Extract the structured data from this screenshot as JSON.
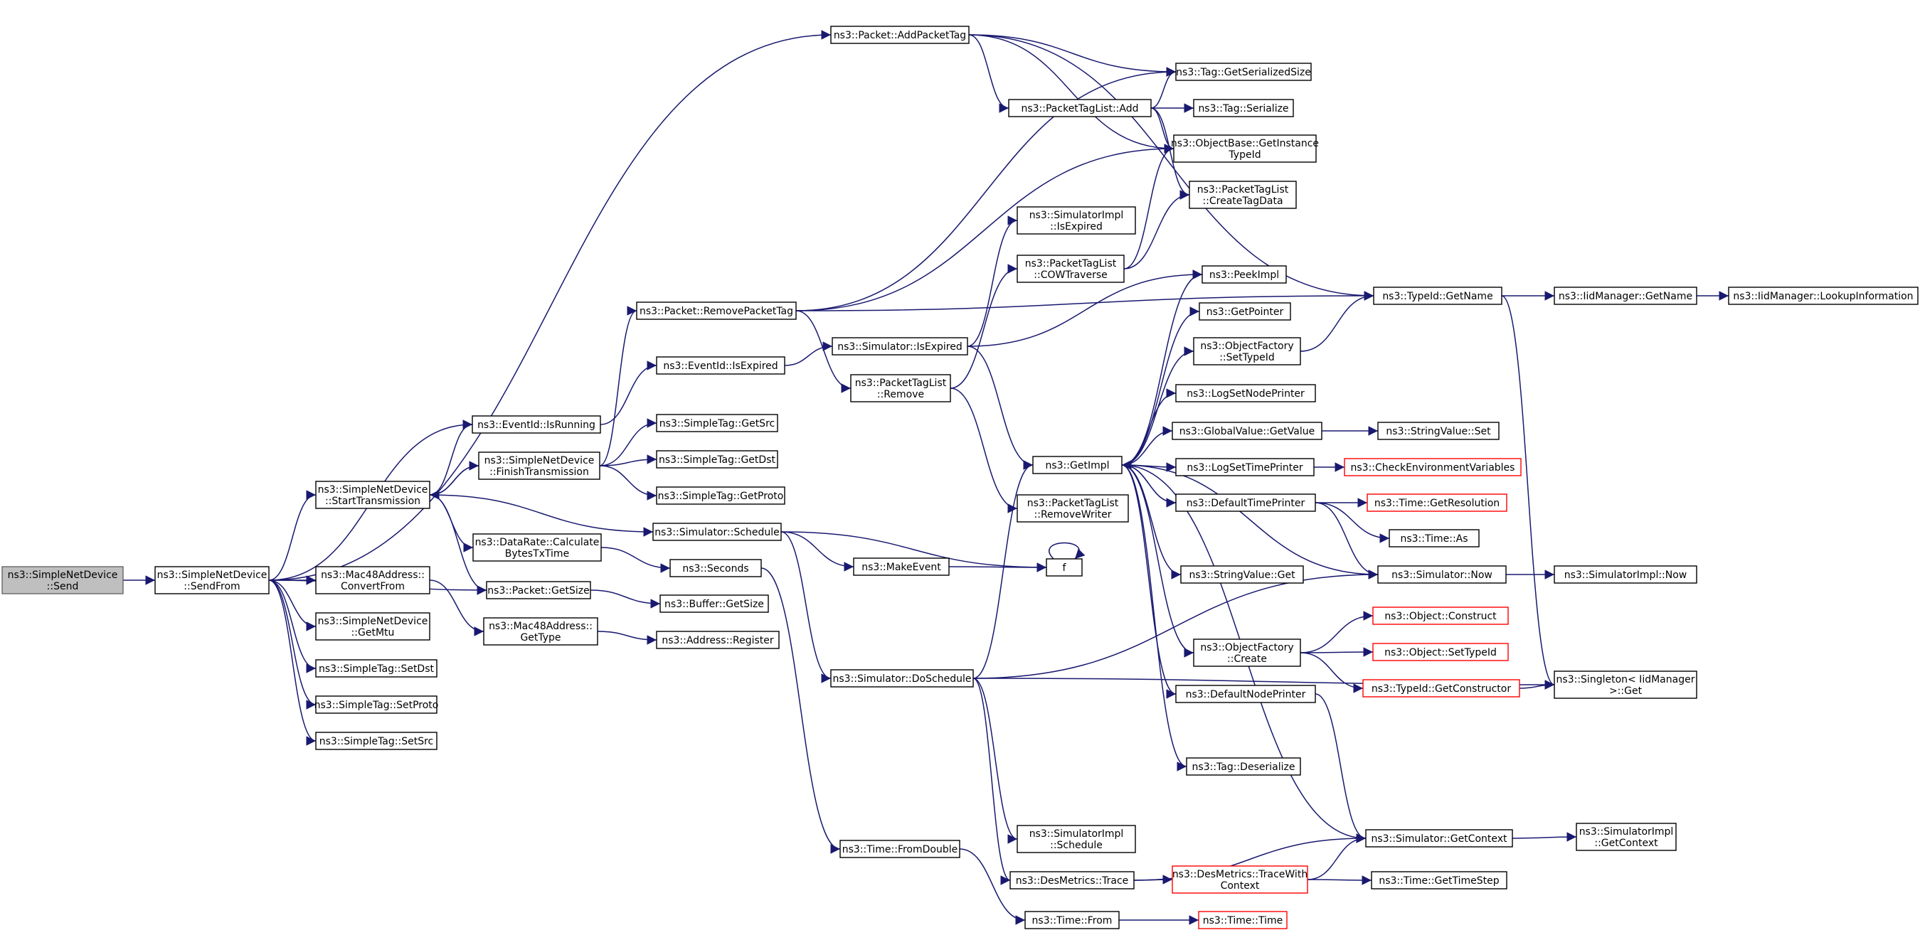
{
  "colors": {
    "edge": "#191970",
    "root_fill": "#bfbfbf",
    "incomplete_border": "#ff0000",
    "node_border": "#000000"
  },
  "nodes": {
    "send": {
      "lines": [
        "ns3::SimpleNetDevice",
        "::Send"
      ],
      "style": "root"
    },
    "sendfrom": {
      "lines": [
        "ns3::SimpleNetDevice",
        "::SendFrom"
      ]
    },
    "addpackettag": {
      "lines": [
        "ns3::Packet::AddPacketTag"
      ]
    },
    "removepackettag": {
      "lines": [
        "ns3::Packet::RemovePacketTag"
      ]
    },
    "eventid_isrunning": {
      "lines": [
        "ns3::EventId::IsRunning"
      ]
    },
    "starttransmission": {
      "lines": [
        "ns3::SimpleNetDevice",
        "::StartTransmission"
      ]
    },
    "finishtransmission": {
      "lines": [
        "ns3::SimpleNetDevice",
        "::FinishTransmission"
      ]
    },
    "mac48_convertfrom": {
      "lines": [
        "ns3::Mac48Address::",
        "ConvertFrom"
      ]
    },
    "getmtu": {
      "lines": [
        "ns3::SimpleNetDevice",
        "::GetMtu"
      ]
    },
    "simpletag_setdst": {
      "lines": [
        "ns3::SimpleTag::SetDst"
      ]
    },
    "simpletag_setproto": {
      "lines": [
        "ns3::SimpleTag::SetProto"
      ]
    },
    "simpletag_setsrc": {
      "lines": [
        "ns3::SimpleTag::SetSrc"
      ]
    },
    "datarate_calc": {
      "lines": [
        "ns3::DataRate::Calculate",
        "BytesTxTime"
      ]
    },
    "packet_getsize": {
      "lines": [
        "ns3::Packet::GetSize"
      ]
    },
    "mac48_gettype": {
      "lines": [
        "ns3::Mac48Address::",
        "GetType"
      ]
    },
    "eventid_isexpired": {
      "lines": [
        "ns3::EventId::IsExpired"
      ]
    },
    "simpletag_getsrc": {
      "lines": [
        "ns3::SimpleTag::GetSrc"
      ]
    },
    "simpletag_getdst": {
      "lines": [
        "ns3::SimpleTag::GetDst"
      ]
    },
    "simpletag_getproto": {
      "lines": [
        "ns3::SimpleTag::GetProto"
      ]
    },
    "simulator_schedule": {
      "lines": [
        "ns3::Simulator::Schedule"
      ]
    },
    "seconds": {
      "lines": [
        "ns3::Seconds"
      ]
    },
    "buffer_getsize": {
      "lines": [
        "ns3::Buffer::GetSize"
      ]
    },
    "address_register": {
      "lines": [
        "ns3::Address::Register"
      ]
    },
    "simulator_isexpired": {
      "lines": [
        "ns3::Simulator::IsExpired"
      ]
    },
    "packettaglist_remove": {
      "lines": [
        "ns3::PacketTagList",
        "::Remove"
      ]
    },
    "makeevent": {
      "lines": [
        "ns3::MakeEvent"
      ]
    },
    "simulator_doschedule": {
      "lines": [
        "ns3::Simulator::DoSchedule"
      ]
    },
    "time_fromdouble": {
      "lines": [
        "ns3::Time::FromDouble"
      ]
    },
    "packettaglist_add": {
      "lines": [
        "ns3::PacketTagList::Add"
      ]
    },
    "simimpl_isexpired": {
      "lines": [
        "ns3::SimulatorImpl",
        "::IsExpired"
      ]
    },
    "cowtraverse": {
      "lines": [
        "ns3::PacketTagList",
        "::COWTraverse"
      ]
    },
    "getimpl": {
      "lines": [
        "ns3::GetImpl"
      ]
    },
    "removewriter": {
      "lines": [
        "ns3::PacketTagList",
        "::RemoveWriter"
      ]
    },
    "f": {
      "lines": [
        "f"
      ]
    },
    "simimpl_schedule": {
      "lines": [
        "ns3::SimulatorImpl",
        "::Schedule"
      ]
    },
    "desmetrics_trace": {
      "lines": [
        "ns3::DesMetrics::Trace"
      ]
    },
    "time_from": {
      "lines": [
        "ns3::Time::From"
      ]
    },
    "tag_getserializedsize": {
      "lines": [
        "ns3::Tag::GetSerializedSize"
      ]
    },
    "tag_serialize": {
      "lines": [
        "ns3::Tag::Serialize"
      ]
    },
    "objectbase_getinstancetypeid": {
      "lines": [
        "ns3::ObjectBase::GetInstance",
        "TypeId"
      ]
    },
    "createtagdata": {
      "lines": [
        "ns3::PacketTagList",
        "::CreateTagData"
      ]
    },
    "peekimpl": {
      "lines": [
        "ns3::PeekImpl"
      ]
    },
    "getpointer": {
      "lines": [
        "ns3::GetPointer"
      ]
    },
    "objectfactory_settypeid": {
      "lines": [
        "ns3::ObjectFactory",
        "::SetTypeId"
      ]
    },
    "logsetnodeprinter": {
      "lines": [
        "ns3::LogSetNodePrinter"
      ]
    },
    "globalvalue_getvalue": {
      "lines": [
        "ns3::GlobalValue::GetValue"
      ]
    },
    "logsettimeprinter": {
      "lines": [
        "ns3::LogSetTimePrinter"
      ]
    },
    "defaulttimeprinter": {
      "lines": [
        "ns3::DefaultTimePrinter"
      ]
    },
    "stringvalue_get": {
      "lines": [
        "ns3::StringValue::Get"
      ]
    },
    "objectfactory_create": {
      "lines": [
        "ns3::ObjectFactory",
        "::Create"
      ]
    },
    "defaultnodeprinter": {
      "lines": [
        "ns3::DefaultNodePrinter"
      ]
    },
    "tag_deserialize": {
      "lines": [
        "ns3::Tag::Deserialize"
      ]
    },
    "desmetrics_tracewithcontext": {
      "lines": [
        "ns3::DesMetrics::TraceWith",
        "Context"
      ],
      "style": "red"
    },
    "time_time": {
      "lines": [
        "ns3::Time::Time"
      ],
      "style": "red"
    },
    "typeid_getname": {
      "lines": [
        "ns3::TypeId::GetName"
      ]
    },
    "stringvalue_set": {
      "lines": [
        "ns3::StringValue::Set"
      ]
    },
    "checkenvvars": {
      "lines": [
        "ns3::CheckEnvironmentVariables"
      ],
      "style": "red"
    },
    "time_getresolution": {
      "lines": [
        "ns3::Time::GetResolution"
      ],
      "style": "red"
    },
    "time_as": {
      "lines": [
        "ns3::Time::As"
      ]
    },
    "simulator_now": {
      "lines": [
        "ns3::Simulator::Now"
      ]
    },
    "object_construct": {
      "lines": [
        "ns3::Object::Construct"
      ],
      "style": "red"
    },
    "object_settypeid": {
      "lines": [
        "ns3::Object::SetTypeId"
      ],
      "style": "red"
    },
    "typeid_getconstructor": {
      "lines": [
        "ns3::TypeId::GetConstructor"
      ],
      "style": "red"
    },
    "simulator_getcontext": {
      "lines": [
        "ns3::Simulator::GetContext"
      ]
    },
    "time_gettimestep": {
      "lines": [
        "ns3::Time::GetTimeStep"
      ]
    },
    "iidmanager_getname": {
      "lines": [
        "ns3::IidManager::GetName"
      ]
    },
    "iidmanager_lookupinformation": {
      "lines": [
        "ns3::IidManager::LookupInformation"
      ]
    },
    "simimpl_now": {
      "lines": [
        "ns3::SimulatorImpl::Now"
      ]
    },
    "singleton_get": {
      "lines": [
        "ns3::Singleton< IidManager",
        " >::Get"
      ]
    },
    "simimpl_getcontext": {
      "lines": [
        "ns3::SimulatorImpl",
        "::GetContext"
      ]
    }
  },
  "edges": [
    [
      "send",
      "sendfrom"
    ],
    [
      "sendfrom",
      "addpackettag"
    ],
    [
      "sendfrom",
      "eventid_isrunning"
    ],
    [
      "sendfrom",
      "starttransmission"
    ],
    [
      "sendfrom",
      "mac48_convertfrom"
    ],
    [
      "sendfrom",
      "getmtu"
    ],
    [
      "sendfrom",
      "simpletag_setdst"
    ],
    [
      "sendfrom",
      "simpletag_setproto"
    ],
    [
      "sendfrom",
      "simpletag_setsrc"
    ],
    [
      "sendfrom",
      "packet_getsize"
    ],
    [
      "starttransmission",
      "eventid_isrunning"
    ],
    [
      "starttransmission",
      "finishtransmission"
    ],
    [
      "starttransmission",
      "datarate_calc"
    ],
    [
      "starttransmission",
      "packet_getsize"
    ],
    [
      "starttransmission",
      "simulator_schedule"
    ],
    [
      "finishtransmission",
      "starttransmission"
    ],
    [
      "finishtransmission",
      "removepackettag"
    ],
    [
      "finishtransmission",
      "simpletag_getsrc"
    ],
    [
      "finishtransmission",
      "simpletag_getdst"
    ],
    [
      "finishtransmission",
      "simpletag_getproto"
    ],
    [
      "eventid_isrunning",
      "eventid_isexpired"
    ],
    [
      "mac48_convertfrom",
      "mac48_gettype"
    ],
    [
      "mac48_gettype",
      "address_register"
    ],
    [
      "datarate_calc",
      "seconds"
    ],
    [
      "packet_getsize",
      "buffer_getsize"
    ],
    [
      "eventid_isexpired",
      "simulator_isexpired"
    ],
    [
      "removepackettag",
      "tag_getserializedsize"
    ],
    [
      "removepackettag",
      "objectbase_getinstancetypeid"
    ],
    [
      "removepackettag",
      "typeid_getname"
    ],
    [
      "removepackettag",
      "packettaglist_remove"
    ],
    [
      "addpackettag",
      "tag_getserializedsize"
    ],
    [
      "addpackettag",
      "packettaglist_add"
    ],
    [
      "addpackettag",
      "objectbase_getinstancetypeid"
    ],
    [
      "addpackettag",
      "typeid_getname"
    ],
    [
      "simulator_schedule",
      "makeevent"
    ],
    [
      "simulator_schedule",
      "simulator_doschedule"
    ],
    [
      "simulator_schedule",
      "f"
    ],
    [
      "seconds",
      "time_fromdouble"
    ],
    [
      "makeevent",
      "f"
    ],
    [
      "f",
      "f"
    ],
    [
      "simulator_isexpired",
      "simimpl_isexpired"
    ],
    [
      "simulator_isexpired",
      "getimpl"
    ],
    [
      "simulator_isexpired",
      "peekimpl"
    ],
    [
      "packettaglist_remove",
      "cowtraverse"
    ],
    [
      "packettaglist_remove",
      "removewriter"
    ],
    [
      "packettaglist_add",
      "tag_getserializedsize"
    ],
    [
      "packettaglist_add",
      "tag_serialize"
    ],
    [
      "packettaglist_add",
      "objectbase_getinstancetypeid"
    ],
    [
      "packettaglist_add",
      "createtagdata"
    ],
    [
      "cowtraverse",
      "objectbase_getinstancetypeid"
    ],
    [
      "cowtraverse",
      "createtagdata"
    ],
    [
      "simulator_doschedule",
      "getimpl"
    ],
    [
      "simulator_doschedule",
      "simulator_now"
    ],
    [
      "simulator_doschedule",
      "simimpl_schedule"
    ],
    [
      "simulator_doschedule",
      "desmetrics_trace"
    ],
    [
      "simulator_doschedule",
      "singleton_get"
    ],
    [
      "time_fromdouble",
      "time_from"
    ],
    [
      "time_from",
      "time_time"
    ],
    [
      "getimpl",
      "peekimpl"
    ],
    [
      "getimpl",
      "getpointer"
    ],
    [
      "getimpl",
      "objectfactory_settypeid"
    ],
    [
      "getimpl",
      "logsetnodeprinter"
    ],
    [
      "getimpl",
      "globalvalue_getvalue"
    ],
    [
      "getimpl",
      "logsettimeprinter"
    ],
    [
      "getimpl",
      "defaulttimeprinter"
    ],
    [
      "getimpl",
      "stringvalue_get"
    ],
    [
      "getimpl",
      "objectfactory_create"
    ],
    [
      "getimpl",
      "defaultnodeprinter"
    ],
    [
      "getimpl",
      "tag_deserialize"
    ],
    [
      "simulator_now",
      "getimpl"
    ],
    [
      "simulator_getcontext",
      "getimpl"
    ],
    [
      "defaulttimeprinter",
      "getimpl"
    ],
    [
      "desmetrics_trace",
      "simulator_getcontext"
    ],
    [
      "desmetrics_trace",
      "desmetrics_tracewithcontext"
    ],
    [
      "desmetrics_tracewithcontext",
      "simulator_getcontext"
    ],
    [
      "desmetrics_tracewithcontext",
      "time_gettimestep"
    ],
    [
      "globalvalue_getvalue",
      "stringvalue_set"
    ],
    [
      "logsettimeprinter",
      "checkenvvars"
    ],
    [
      "defaulttimeprinter",
      "time_getresolution"
    ],
    [
      "defaulttimeprinter",
      "time_as"
    ],
    [
      "defaulttimeprinter",
      "simulator_now"
    ],
    [
      "objectfactory_settypeid",
      "typeid_getname"
    ],
    [
      "objectfactory_create",
      "object_construct"
    ],
    [
      "objectfactory_create",
      "object_settypeid"
    ],
    [
      "objectfactory_create",
      "typeid_getconstructor"
    ],
    [
      "defaultnodeprinter",
      "simulator_getcontext"
    ],
    [
      "simulator_now",
      "simimpl_now"
    ],
    [
      "simulator_getcontext",
      "simimpl_getcontext"
    ],
    [
      "typeid_getname",
      "iidmanager_getname"
    ],
    [
      "typeid_getname",
      "singleton_get"
    ],
    [
      "iidmanager_getname",
      "iidmanager_lookupinformation"
    ],
    [
      "typeid_getconstructor",
      "singleton_get"
    ]
  ]
}
